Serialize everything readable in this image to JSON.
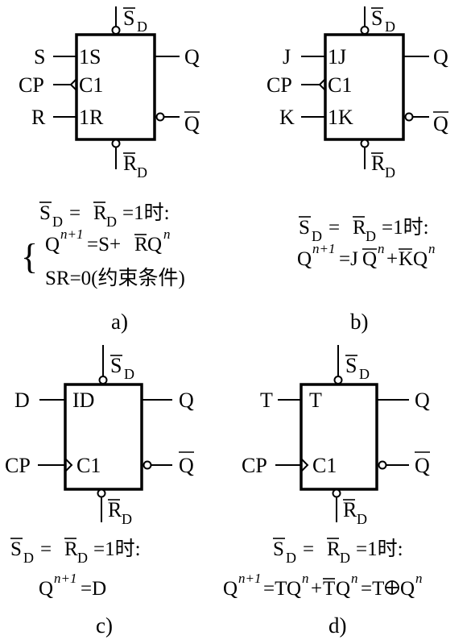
{
  "panels": {
    "a": {
      "caption": "a)",
      "top_pin": {
        "base": "S",
        "sub": "D"
      },
      "bottom_pin": {
        "base": "R",
        "sub": "D"
      },
      "left_inputs": [
        "S",
        "CP",
        "R"
      ],
      "inner_labels": [
        "1S",
        "C1",
        "1R"
      ],
      "outputs": [
        "Q",
        "Q"
      ],
      "condition": {
        "s": "S",
        "s_sub": "D",
        "eq1": "=",
        "r": "R",
        "r_sub": "D",
        "tail": "=1时:"
      },
      "equation": {
        "q": "Q",
        "q_sup": "n+1",
        "rhs_a": "=S+",
        "rhs_bar": "R",
        "rhs_b": "Q",
        "rhs_sup": "n"
      },
      "constraint": "SR=0(约束条件)",
      "brace": "{"
    },
    "b": {
      "caption": "b)",
      "top_pin": {
        "base": "S",
        "sub": "D"
      },
      "bottom_pin": {
        "base": "R",
        "sub": "D"
      },
      "left_inputs": [
        "J",
        "CP",
        "K"
      ],
      "inner_labels": [
        "1J",
        "C1",
        "1K"
      ],
      "outputs": [
        "Q",
        "Q"
      ],
      "condition": {
        "s": "S",
        "s_sub": "D",
        "eq1": "=",
        "r": "R",
        "r_sub": "D",
        "tail": "=1时:"
      },
      "equation": {
        "q": "Q",
        "q_sup": "n+1",
        "eq": "=J",
        "qbar": "Q",
        "qbar_sup": "n",
        "plus": "+",
        "kbar": "K",
        "q2": "Q",
        "q2_sup": "n"
      }
    },
    "c": {
      "caption": "c)",
      "top_pin": {
        "base": "S",
        "sub": "D"
      },
      "bottom_pin": {
        "base": "R",
        "sub": "D"
      },
      "left_inputs": [
        "D",
        "CP"
      ],
      "inner_labels": [
        "ID",
        "C1"
      ],
      "outputs": [
        "Q",
        "Q"
      ],
      "condition": {
        "s": "S",
        "s_sub": "D",
        "eq1": "=",
        "r": "R",
        "r_sub": "D",
        "tail": "=1时:"
      },
      "equation": {
        "q": "Q",
        "q_sup": "n+1",
        "rhs": "=D"
      }
    },
    "d": {
      "caption": "d)",
      "top_pin": {
        "base": "S",
        "sub": "D"
      },
      "bottom_pin": {
        "base": "R",
        "sub": "D"
      },
      "left_inputs": [
        "T",
        "CP"
      ],
      "inner_labels": [
        "T",
        "C1"
      ],
      "outputs": [
        "Q",
        "Q"
      ],
      "condition": {
        "s": "S",
        "s_sub": "D",
        "eq1": "=",
        "r": "R",
        "r_sub": "D",
        "tail": "=1时:"
      },
      "equation": {
        "q": "Q",
        "q_sup": "n+1",
        "p1": "=T",
        "q1": "Q",
        "q1_sup": "n",
        "plus": "+",
        "tbar": "T",
        "q2": "Q",
        "q2_sup": "n",
        "p2": "=T",
        "q3": "Q",
        "q3_sup": "n"
      }
    }
  }
}
